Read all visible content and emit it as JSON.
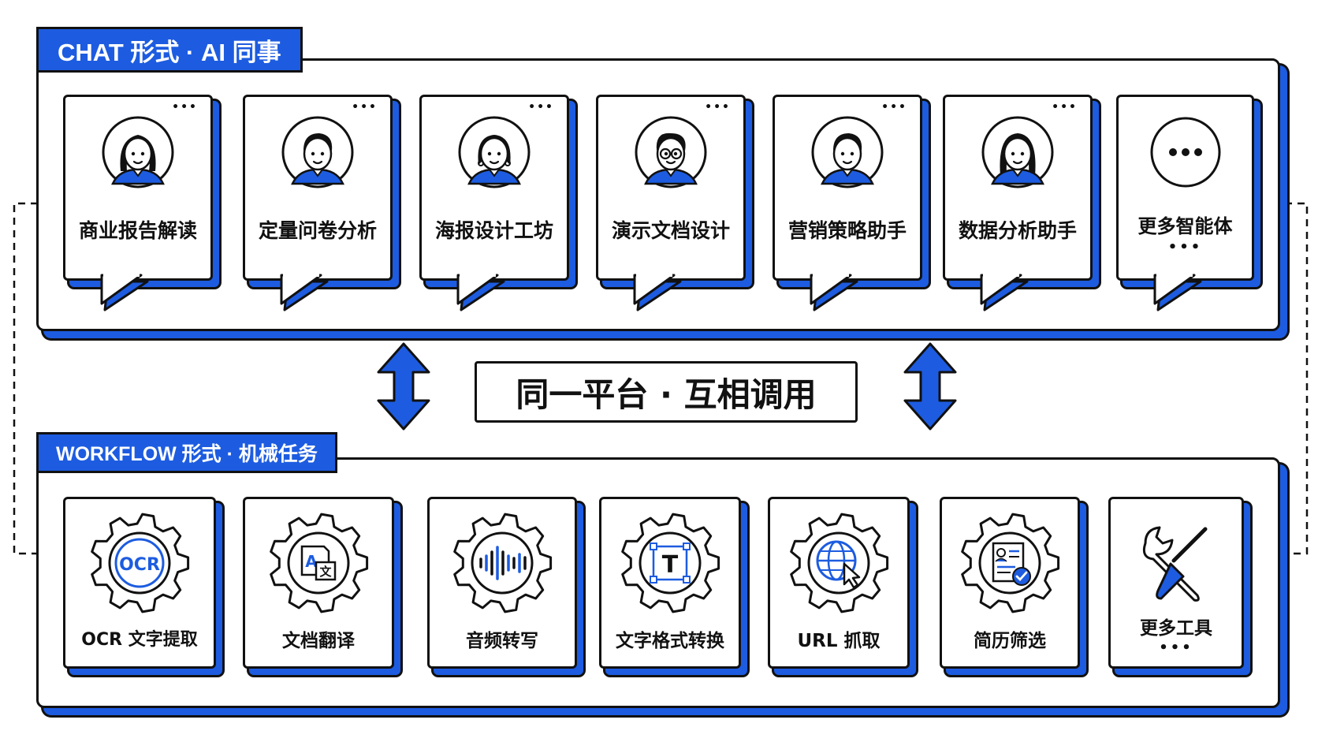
{
  "chat_section": {
    "tag": "CHAT 形式 · AI 同事",
    "agents": [
      {
        "label": "商业报告解读",
        "icon": "woman-avatar-icon"
      },
      {
        "label": "定量问卷分析",
        "icon": "man-avatar-icon"
      },
      {
        "label": "海报设计工坊",
        "icon": "woman-earrings-avatar-icon"
      },
      {
        "label": "演示文档设计",
        "icon": "man-glasses-avatar-icon"
      },
      {
        "label": "营销策略助手",
        "icon": "man-avatar-icon"
      },
      {
        "label": "数据分析助手",
        "icon": "woman-longhair-avatar-icon"
      },
      {
        "label": "更多智能体",
        "icon": "more-dots-icon"
      }
    ],
    "menu_dots": "•••",
    "more_suffix": "•••"
  },
  "center": {
    "label": "同一平台 · 互相调用"
  },
  "workflow_section": {
    "tag": "WORKFLOW 形式 · 机械任务",
    "tools": [
      {
        "label": "OCR 文字提取",
        "icon": "ocr-gear-icon"
      },
      {
        "label": "文档翻译",
        "icon": "translate-gear-icon"
      },
      {
        "label": "音频转写",
        "icon": "audio-wave-gear-icon"
      },
      {
        "label": "文字格式转换",
        "icon": "text-format-gear-icon"
      },
      {
        "label": "URL 抓取",
        "icon": "globe-cursor-gear-icon"
      },
      {
        "label": "简历筛选",
        "icon": "resume-check-gear-icon"
      },
      {
        "label": "更多工具",
        "icon": "wrench-screwdriver-icon"
      }
    ],
    "more_suffix": "•••",
    "ocr_text": "OCR",
    "translate_a": "A",
    "translate_b": "文",
    "format_t": "T"
  },
  "colors": {
    "accent": "#1d5ce0",
    "ink": "#111111",
    "background": "#ffffff"
  }
}
